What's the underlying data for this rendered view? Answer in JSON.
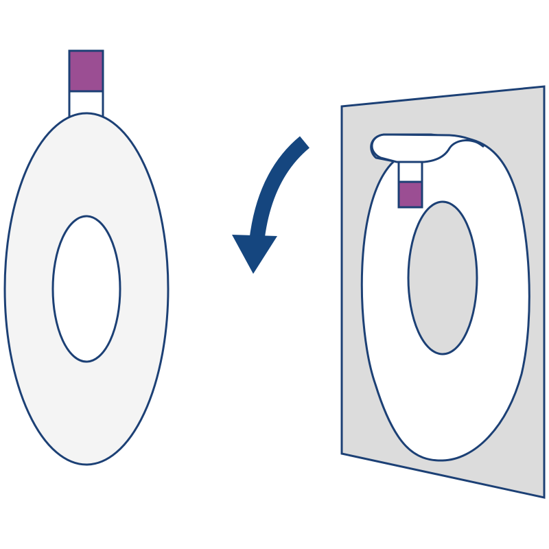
{
  "colors": {
    "outline": "#1c4075",
    "arrow": "#15467f",
    "ring_fill": "#f4f4f4",
    "panel_fill": "#dcdcdc",
    "white": "#ffffff",
    "tab_purple": "#9b4e93"
  },
  "icons": {
    "loose_ring": "oval-ring-with-tab",
    "direction_arrow": "curved-arrow-left-down",
    "backing_card": "card-with-applied-ring"
  }
}
